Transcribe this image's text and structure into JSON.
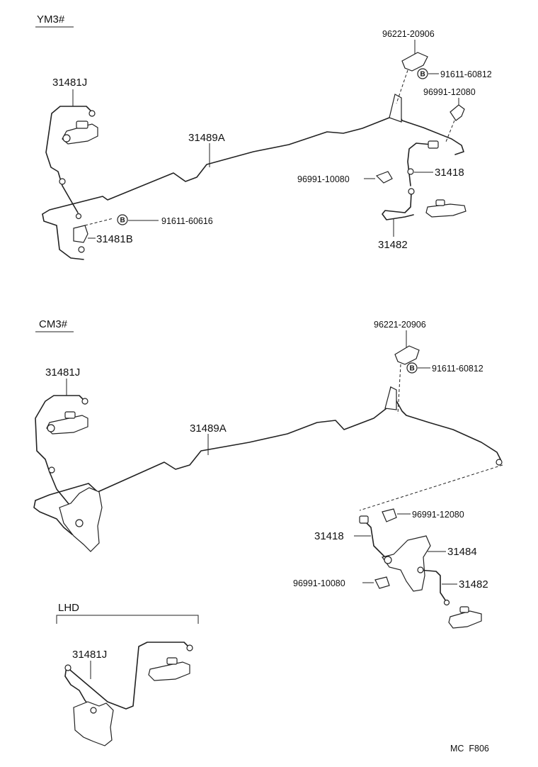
{
  "diagram": {
    "code": "MC  F806",
    "sections": {
      "ym3": {
        "title": "YM3#",
        "labels": {
          "p31481j": "31481J",
          "p31489a": "31489A",
          "p96221": "96221-20906",
          "p91611_60812": "91611-60812",
          "p96991_12080": "96991-12080",
          "p31418": "31418",
          "p96991_10080": "96991-10080",
          "p91611_60616": "91611-60616",
          "p31481b": "31481B",
          "p31482": "31482"
        }
      },
      "cm3": {
        "title": "CM3#",
        "labels": {
          "p96221": "96221-20906",
          "p91611_60812": "91611-60812",
          "p31481j": "31481J",
          "p31489a": "31489A",
          "p96991_12080": "96991-12080",
          "p31418": "31418",
          "p31484": "31484",
          "p96991_10080": "96991-10080",
          "p31482": "31482"
        }
      },
      "lhd": {
        "title": "LHD",
        "labels": {
          "p31481j": "31481J"
        }
      }
    },
    "bolt_symbol": "B"
  }
}
